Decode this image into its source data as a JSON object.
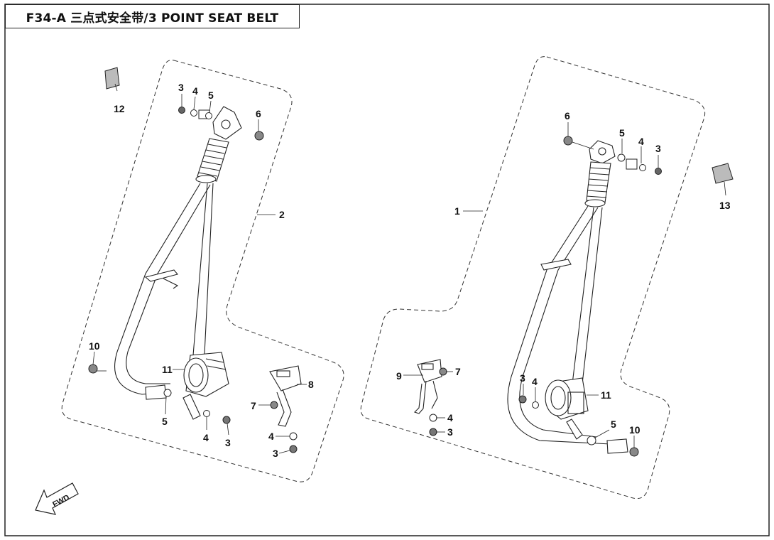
{
  "title": "F34-A 三点式安全带/3 POINT SEAT BELT",
  "fwd_label": "FWD",
  "callouts": {
    "left_group": "2",
    "right_group": "1",
    "l3a": "3",
    "l4a": "4",
    "l5a": "5",
    "l6": "6",
    "l12": "12",
    "l10": "10",
    "l11": "11",
    "l5b": "5",
    "l4b": "4",
    "l3b": "3",
    "l8": "8",
    "l7": "7",
    "l4c": "4",
    "l3c": "3",
    "r6": "6",
    "r5a": "5",
    "r4a": "4",
    "r3a": "3",
    "r13": "13",
    "r9": "9",
    "r7": "7",
    "r4b": "4",
    "r3b": "3",
    "r3c": "3",
    "r4c": "4",
    "r11": "11",
    "r5b": "5",
    "r10": "10"
  }
}
